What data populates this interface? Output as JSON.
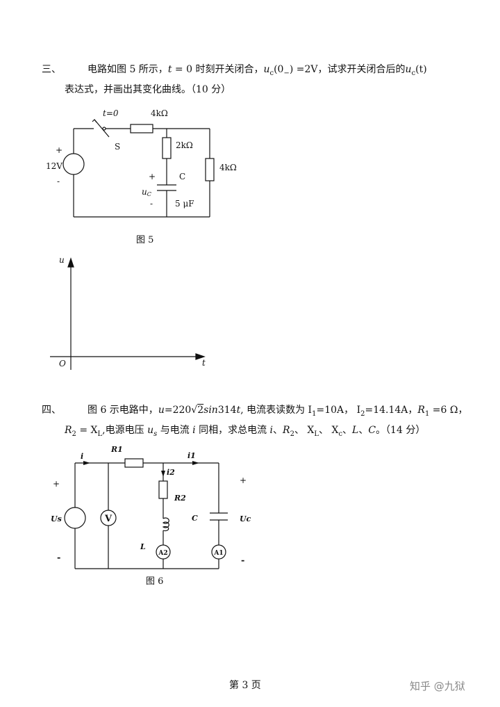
{
  "q3": {
    "num": "三、",
    "p1": "电路如图 5 所示，",
    "t": "t",
    "p2": " = 0 时刻开关闭合，",
    "uc0": "u",
    "uc0_sub": "c",
    "uc0_rest": "(0",
    "uc0_minus": "−",
    "uc0_end": ") =2V，试求开关闭合后的",
    "uct": "u",
    "uct_sub": "c",
    "uct_end": "(t)",
    "line2": "表达式，并画出其变化曲线。（10 分）"
  },
  "fig5": {
    "t0": "t=0",
    "r1": "4kΩ",
    "switch": "S",
    "r2": "2kΩ",
    "r3": "4kΩ",
    "src_plus": "+",
    "src": "12V",
    "src_minus": "-",
    "cap_plus": "+",
    "cap": "C",
    "uc": "u",
    "uc_sub": "C",
    "cap_minus": "-",
    "cap_val": "5 μF",
    "caption": "图 5"
  },
  "axes": {
    "y": "u",
    "x": "t",
    "origin": "O"
  },
  "q4": {
    "num": "四、",
    "p1": "图 6 示电路中，",
    "u_eq": "u",
    "u_eq2": "=220",
    "sqrt": "√",
    "two": "2",
    "sin": "sin",
    "val": "314",
    "t": "t",
    "p2": ", 电流表读数为 I",
    "s1": "1",
    "p3": "=10A， I",
    "s2": "2",
    "p4": "=14.14A，",
    "R1": "R",
    "R1s": "1",
    "p5": " =6 Ω，",
    "l2_R2": "R",
    "l2_R2s": "2",
    "l2_a": " = X",
    "l2_Ls": "L",
    "l2_b": ",电源电压 ",
    "l2_us": "u",
    "l2_uss": "s",
    "l2_c": " 与电流 ",
    "l2_i": "i",
    "l2_d": " 同相，求总电流 ",
    "l2_i2": "i",
    "l2_e": "、",
    "l2_R2b": "R",
    "l2_R2bs": "2",
    "l2_f": "、 X",
    "l2_XL": "L",
    "l2_g": "、 X",
    "l2_Xc": "c",
    "l2_h": "、",
    "l2_L": "L",
    "l2_j": "、",
    "l2_C": "C",
    "l2_k": "。（14 分）"
  },
  "fig6": {
    "i": "i",
    "R1": "R1",
    "i1": "i1",
    "i2": "i2",
    "R2": "R2",
    "plus_l": "+",
    "Us": "Us",
    "V": "V",
    "C": "C",
    "Uc": "Uc",
    "plus_r": "+",
    "L": "L",
    "A2": "A2",
    "A1": "A1",
    "minus_l": "-",
    "minus_r": "-",
    "caption": "图 6"
  },
  "footer": {
    "page": "第 3 页",
    "watermark": "知乎 @九狱"
  }
}
